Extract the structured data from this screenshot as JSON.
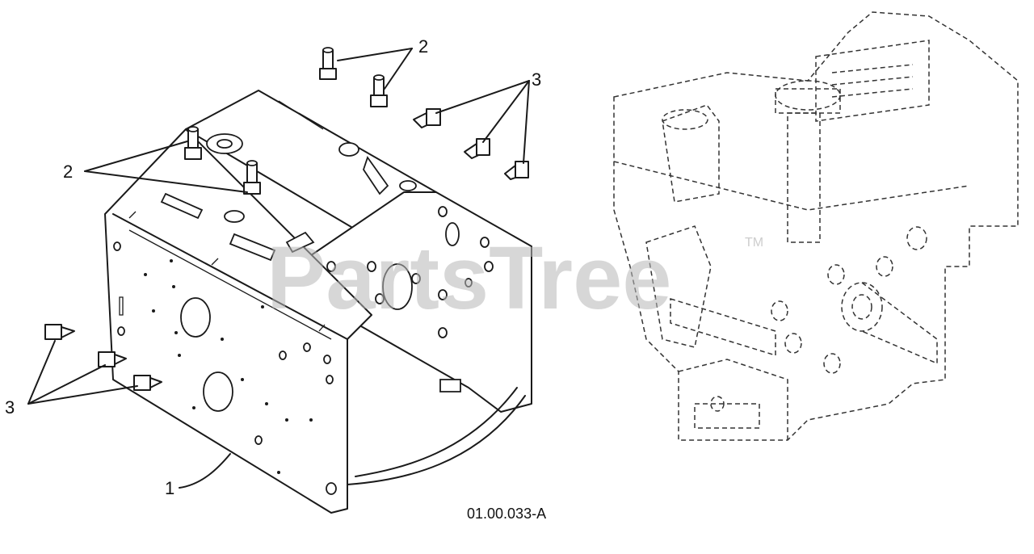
{
  "watermark": {
    "brand": "PartsTree",
    "trademark": "TM"
  },
  "drawing_id": "01.00.033-A",
  "callouts": [
    {
      "ref": "1"
    },
    {
      "ref": "2"
    },
    {
      "ref": "2"
    },
    {
      "ref": "3"
    },
    {
      "ref": "3"
    }
  ]
}
